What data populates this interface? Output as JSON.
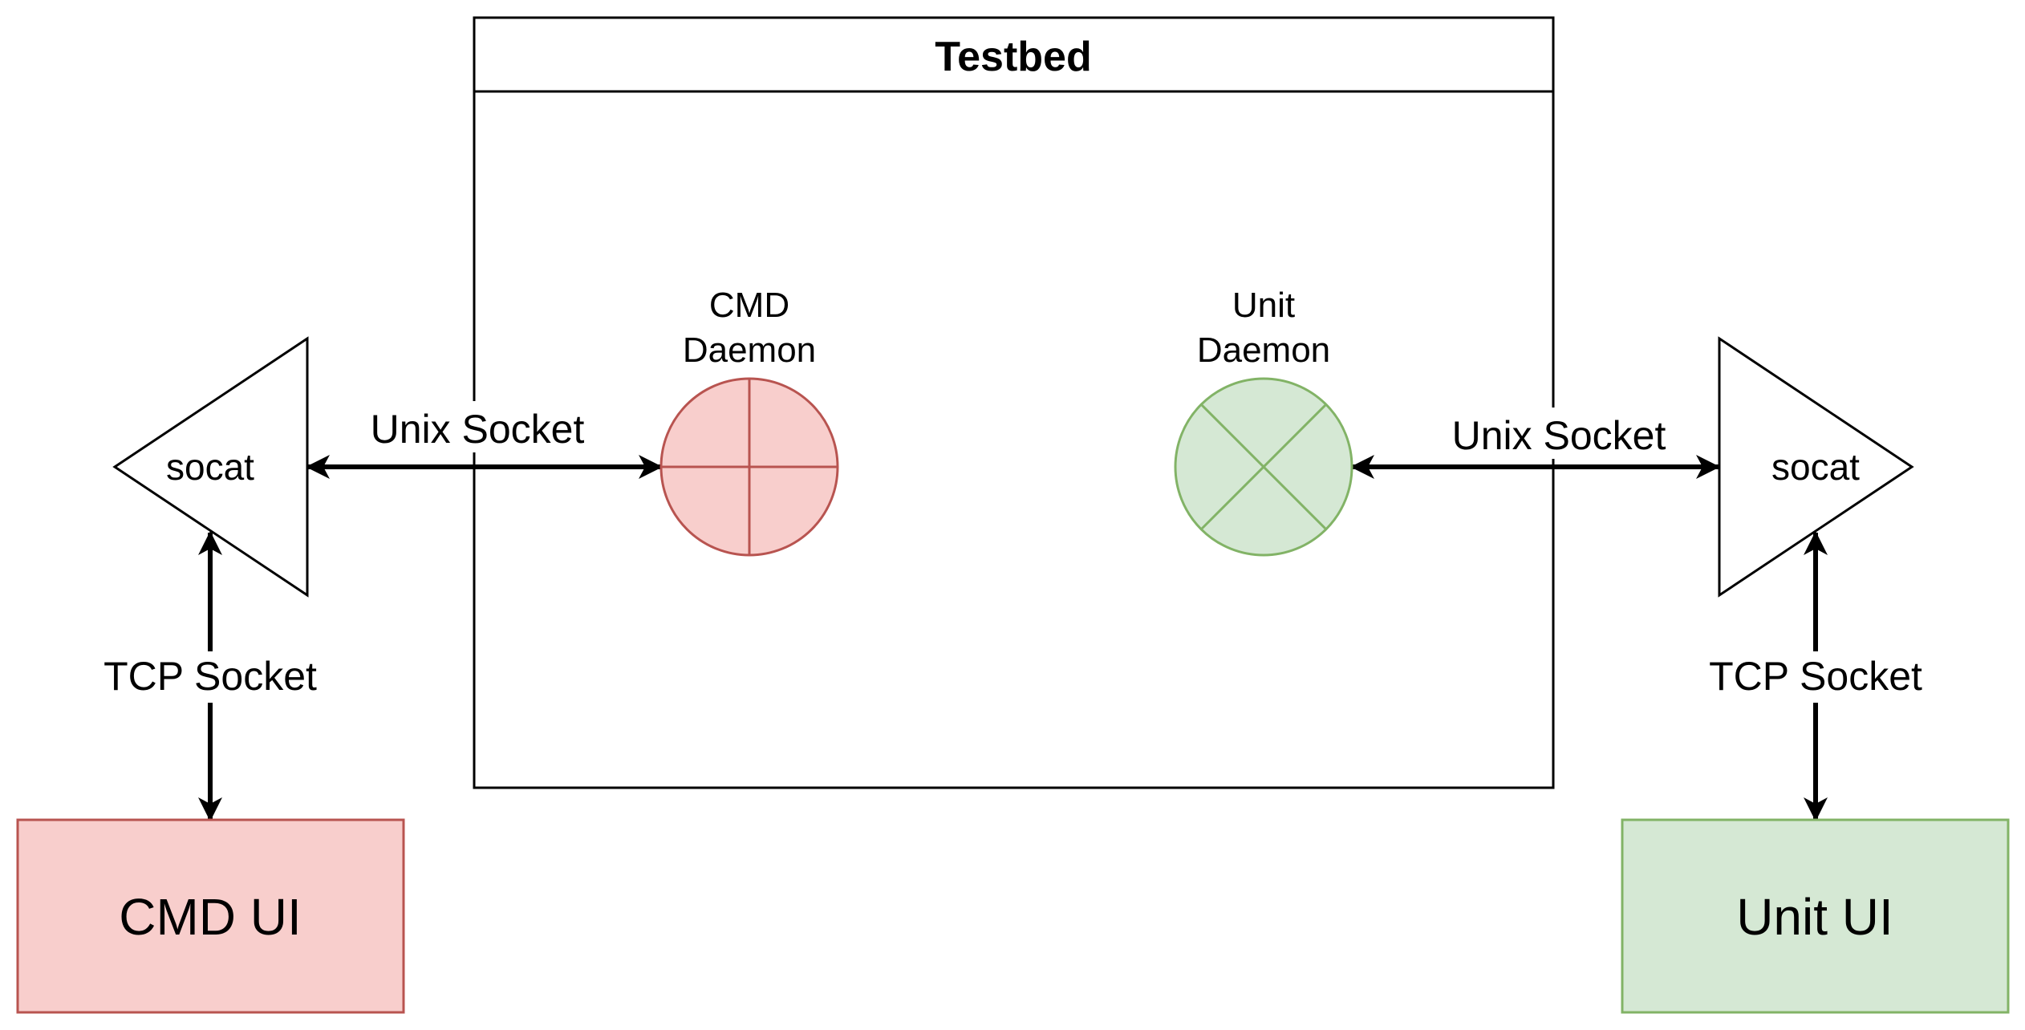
{
  "container": {
    "title": "Testbed"
  },
  "daemons": {
    "cmd": {
      "line1": "CMD",
      "line2": "Daemon",
      "fill": "#f8cecc",
      "stroke": "#b85450"
    },
    "unit": {
      "line1": "Unit",
      "line2": "Daemon",
      "fill": "#d5e8d4",
      "stroke": "#82b366"
    }
  },
  "socat": {
    "left": "socat",
    "right": "socat"
  },
  "edges": {
    "left_unix": "Unix Socket",
    "right_unix": "Unix Socket",
    "left_tcp": "TCP Socket",
    "right_tcp": "TCP Socket"
  },
  "ui": {
    "cmd": {
      "label": "CMD UI",
      "fill": "#f8cecc",
      "stroke": "#b85450"
    },
    "unit": {
      "label": "Unit UI",
      "fill": "#d5e8d4",
      "stroke": "#82b366"
    }
  }
}
